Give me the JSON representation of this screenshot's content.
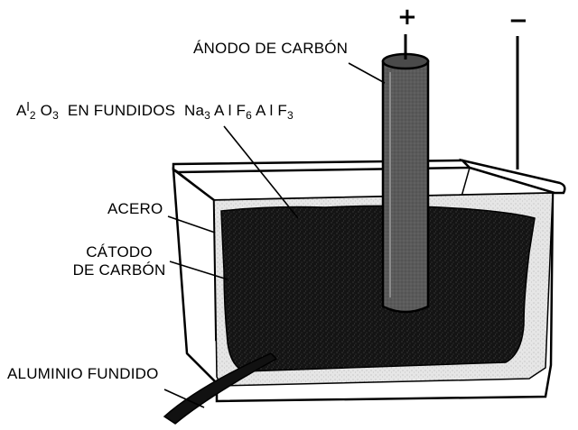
{
  "labels": {
    "anode": "ÁNODO DE CARBÓN",
    "electrolyte_prefix": "A",
    "electrolyte_l1": "l",
    "electrolyte_sub2": "2",
    "electrolyte_o": "O",
    "electrolyte_sub3": "3",
    "electrolyte_mid": "EN FUNDIDOS",
    "electrolyte_na": "Na",
    "electrolyte_na_sub": "3",
    "electrolyte_alf": "A l F",
    "electrolyte_alf_sub": "6",
    "electrolyte_alf2": "A l F",
    "electrolyte_alf2_sub": "3",
    "steel": "ACERO",
    "cathode_line1": "CÁTODO",
    "cathode_line2": "DE CARBÓN",
    "aluminum": "ALUMINIO FUNDIDO",
    "plus_sign": "+",
    "minus_sign": "−"
  }
}
